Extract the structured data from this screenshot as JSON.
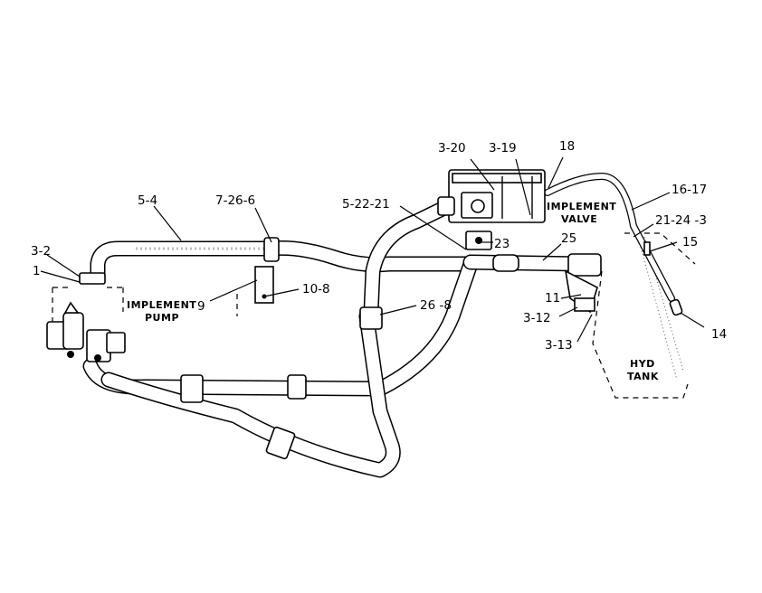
{
  "labels": {
    "l_3_2": "3-2",
    "l_1": "1",
    "l_5_4": "5-4",
    "l_7_26_6": "7-26-6",
    "l_9": "9",
    "l_10_8": "10-8",
    "l_5_22_21": "5-22-21",
    "l_3_20": "3-20",
    "l_3_19": "3-19",
    "l_18": "18",
    "l_16_17": "16-17",
    "l_21_24_3": "21-24 -3",
    "l_15": "15",
    "l_14": "14",
    "l_23": "23",
    "l_25": "25",
    "l_26_8": "26 -8",
    "l_11": "11",
    "l_3_12": "3-12",
    "l_3_13": "3-13"
  },
  "captions": {
    "pump_line1": "IMPLEMENT",
    "pump_line2": "PUMP",
    "valve_line1": "IMPLEMENT",
    "valve_line2": "VALVE",
    "tank_line1": "HYD",
    "tank_line2": "TANK"
  }
}
